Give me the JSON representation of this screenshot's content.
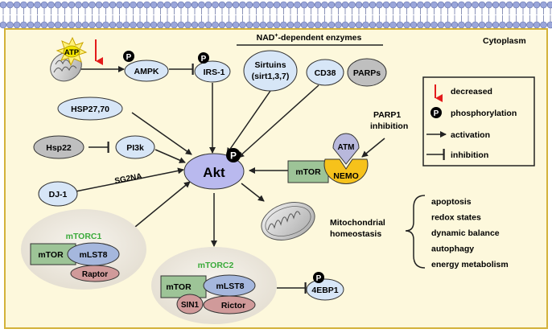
{
  "compartment": "Cytoplasm",
  "nad_group_title": "NAD+-dependent enzymes",
  "nodes": {
    "atp": "ATP",
    "ampk": "AMPK",
    "irs1": "IRS-1",
    "sirtuins_line1": "Sirtuins",
    "sirtuins_line2": "(sirt1,3,7)",
    "cd38": "CD38",
    "parps": "PARPs",
    "hsp27": "HSP27,70",
    "hsp22": "Hsp22",
    "pi3k": "PI3k",
    "dj1": "DJ-1",
    "sg2na": "SG2NA",
    "akt": "Akt",
    "atm": "ATM",
    "mtor_nemo": "mTOR",
    "nemo": "NEMO",
    "parp1_line1": "PARP1",
    "parp1_line2": "inhibition",
    "mito_line1": "Mitochondrial",
    "mito_line2": "homeostasis"
  },
  "mtorc1": {
    "title": "mTORC1",
    "mtor": "mTOR",
    "mlst8": "mLST8",
    "raptor": "Raptor"
  },
  "mtorc2": {
    "title": "mTORC2",
    "mtor": "mTOR",
    "mlst8": "mLST8",
    "sin1": "SIN1",
    "rictor": "Rictor"
  },
  "ebp1": "4EBP1",
  "phospho_symbol": "P",
  "outcomes": [
    "apoptosis",
    "redox states",
    "dynamic  balance",
    "autophagy",
    "energy metabolism"
  ],
  "legend": {
    "decreased": "decreased",
    "phosphorylation": "phosphorylation",
    "activation": "activation",
    "inhibition": "inhibition"
  },
  "colors": {
    "cytoplasm_fill": "#fdf8dc",
    "cytoplasm_border": "#d3b23a",
    "node_blue": "#d7e6f7",
    "akt_fill": "#b9b9ee",
    "gray_node": "#bfbfbf",
    "mtor_green": "#9dc497",
    "mlst8_blue": "#a5b7dd",
    "raptor_rose": "#d09a9a",
    "nemo_yellow": "#f6c21b",
    "atm_purple": "#b8b8dc",
    "complex_bg": "#ece8df",
    "complex_title": "#3aaa3a",
    "decreased_red": "#e31b1b"
  }
}
